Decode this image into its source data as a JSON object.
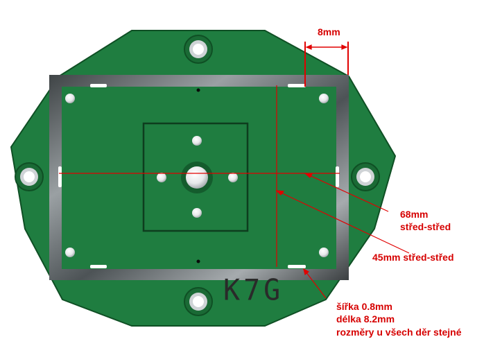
{
  "board": {
    "silkscreen_text": "K7G"
  },
  "colors": {
    "pcb_green": "#1d7a3e",
    "pcb_dark": "#145c2d",
    "copper_ring": "#cfd3d6",
    "annotation_red": "#e10000"
  },
  "annotations": {
    "width_8mm": "8mm",
    "c2c_68_value": "68mm",
    "c2c_68_label": "střed-střed",
    "c2c_45": "45mm střed-střed",
    "slot_width": "šířka 0.8mm",
    "slot_length": "délka 8.2mm",
    "slot_note": "rozměry u všech děr stejné"
  }
}
